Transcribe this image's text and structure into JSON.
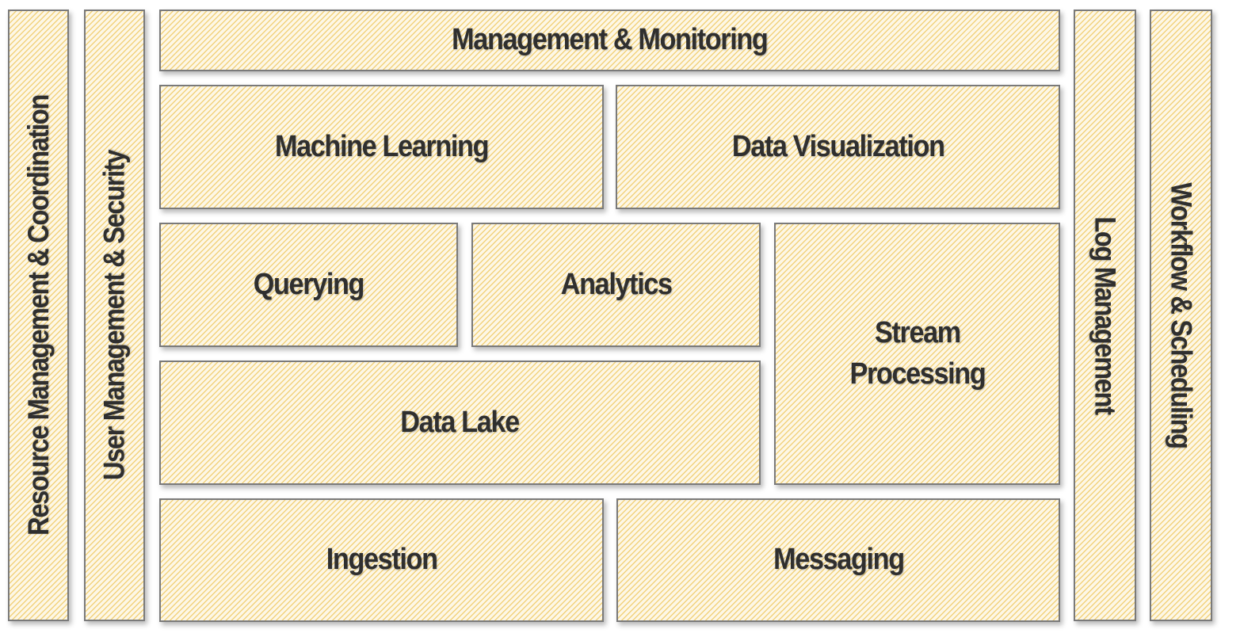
{
  "diagram": {
    "left_pillars": {
      "resource_management": "Resource Management & Coordination",
      "user_management": "User Management & Security"
    },
    "top_bar": "Management & Monitoring",
    "layers": {
      "machine_learning": "Machine Learning",
      "data_visualization": "Data Visualization",
      "querying": "Querying",
      "analytics": "Analytics",
      "stream_processing": "Stream\nProcessing",
      "data_lake": "Data Lake",
      "ingestion": "Ingestion",
      "messaging": "Messaging"
    },
    "right_pillars": {
      "log_management": "Log Management",
      "workflow_scheduling": "Workflow & Scheduling"
    },
    "colors": {
      "fill": "#fbf3d8",
      "hatch": "#f2d27c",
      "border": "#7a7a7a",
      "text": "#2f2f2f"
    }
  }
}
